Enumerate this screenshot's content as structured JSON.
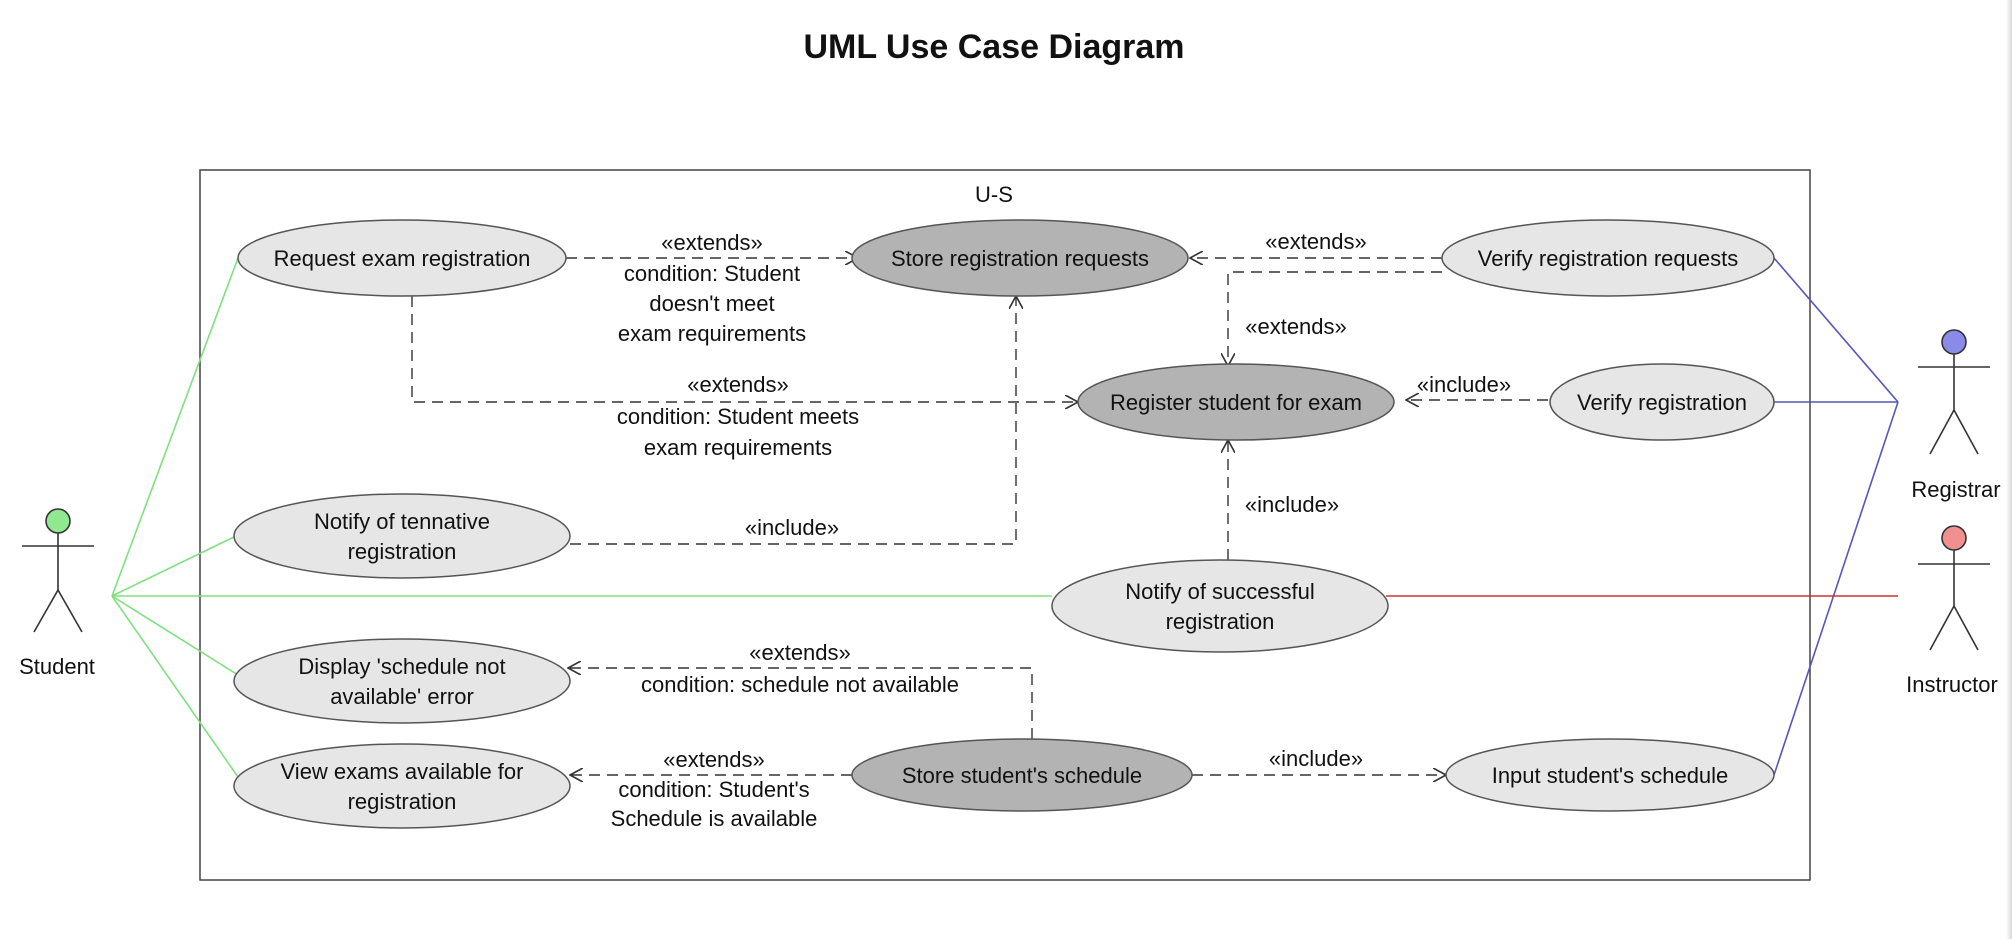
{
  "title": "UML Use Case Diagram",
  "system_name": "U-S",
  "actors": [
    {
      "id": "student",
      "label": "Student",
      "color": "#90e890"
    },
    {
      "id": "registrar",
      "label": "Registrar",
      "color": "#8a8ae8"
    },
    {
      "id": "instructor",
      "label": "Instructor",
      "color": "#f09090"
    }
  ],
  "use_cases": [
    {
      "id": "request",
      "lines": [
        "Request exam registration"
      ],
      "shade": "light"
    },
    {
      "id": "store_req",
      "lines": [
        "Store registration requests"
      ],
      "shade": "dark"
    },
    {
      "id": "verify_req",
      "lines": [
        "Verify registration requests"
      ],
      "shade": "light"
    },
    {
      "id": "register",
      "lines": [
        "Register student for exam"
      ],
      "shade": "dark"
    },
    {
      "id": "verify_reg",
      "lines": [
        "Verify registration"
      ],
      "shade": "light"
    },
    {
      "id": "notify_tent",
      "lines": [
        "Notify of tennative",
        "registration"
      ],
      "shade": "light"
    },
    {
      "id": "notify_succ",
      "lines": [
        "Notify of successful",
        "registration"
      ],
      "shade": "light"
    },
    {
      "id": "display_err",
      "lines": [
        "Display 'schedule not",
        "available' error"
      ],
      "shade": "light"
    },
    {
      "id": "view_exams",
      "lines": [
        "View exams available for",
        "registration"
      ],
      "shade": "light"
    },
    {
      "id": "store_sched",
      "lines": [
        "Store student's schedule"
      ],
      "shade": "dark"
    },
    {
      "id": "input_sched",
      "lines": [
        "Input student's schedule"
      ],
      "shade": "light"
    }
  ],
  "relationships": [
    {
      "id": "rel1",
      "lines": [
        "«extends»",
        "condition: Student",
        "doesn't meet",
        "exam requirements"
      ]
    },
    {
      "id": "rel2",
      "lines": [
        "«extends»",
        "condition: Student meets",
        "exam requirements"
      ]
    },
    {
      "id": "rel3",
      "lines": [
        "«extends»"
      ]
    },
    {
      "id": "rel4",
      "lines": [
        "«extends»"
      ]
    },
    {
      "id": "rel5",
      "lines": [
        "«include»"
      ]
    },
    {
      "id": "rel6",
      "lines": [
        "«include»"
      ]
    },
    {
      "id": "rel7",
      "lines": [
        "«include»"
      ]
    },
    {
      "id": "rel8",
      "lines": [
        "«extends»",
        "condition: schedule not available"
      ]
    },
    {
      "id": "rel9",
      "lines": [
        "«extends»",
        "condition: Student's",
        "Schedule is available"
      ]
    },
    {
      "id": "rel10",
      "lines": [
        "«include»"
      ]
    }
  ],
  "colors": {
    "student_line": "#7ee07e",
    "registrar_line": "#5555bb",
    "instructor_line": "#cc3333",
    "usecase_light": "#e6e6e6",
    "usecase_dark": "#b3b3b3"
  }
}
